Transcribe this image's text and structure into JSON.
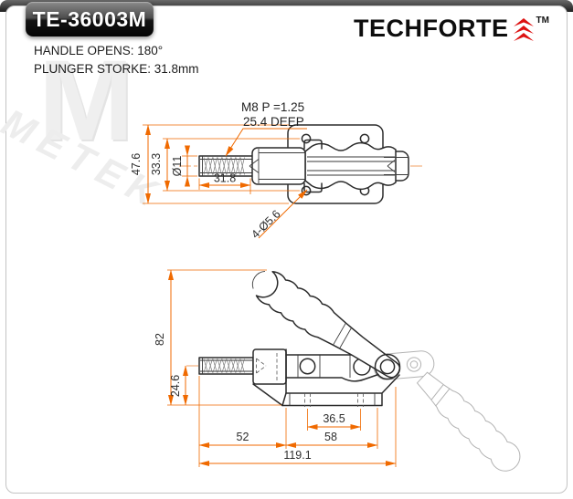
{
  "header": {
    "product_code": "TE-36003M",
    "brand": "TECHFORTE",
    "trademark": "TM",
    "spec_lines": [
      "HANDLE OPENS: 180°",
      "PLUNGER STORKE: 31.8mm"
    ]
  },
  "watermark": {
    "letter": "M",
    "text": "METEK"
  },
  "colors": {
    "dimension_orange": "#f06a00",
    "centerline_orange": "#f2a066",
    "outline_dark": "#2b2b2b",
    "ghost_gray": "#b3b3b3",
    "brand_red": "#dd1111",
    "badge_dark": "#141414",
    "badge_text": "#ffffff",
    "watermark_gray": "#ededed"
  },
  "top_view": {
    "thread_label_line1": "M8  P =1.25",
    "thread_label_line2": "25.4  DEEP",
    "holes_label": "4-Ø5.6",
    "dim_total_height": "47.6",
    "dim_hole_spacing": "33.3",
    "dim_plunger_diameter": "Ø11",
    "dim_thread_length": "31.8"
  },
  "side_view": {
    "dim_height": "82",
    "dim_base_to_center": "24.6",
    "dim_slot_spacing": "36.5",
    "dim_plunger_extension": "52",
    "dim_base_length": "58",
    "dim_total_length": "119.1"
  }
}
